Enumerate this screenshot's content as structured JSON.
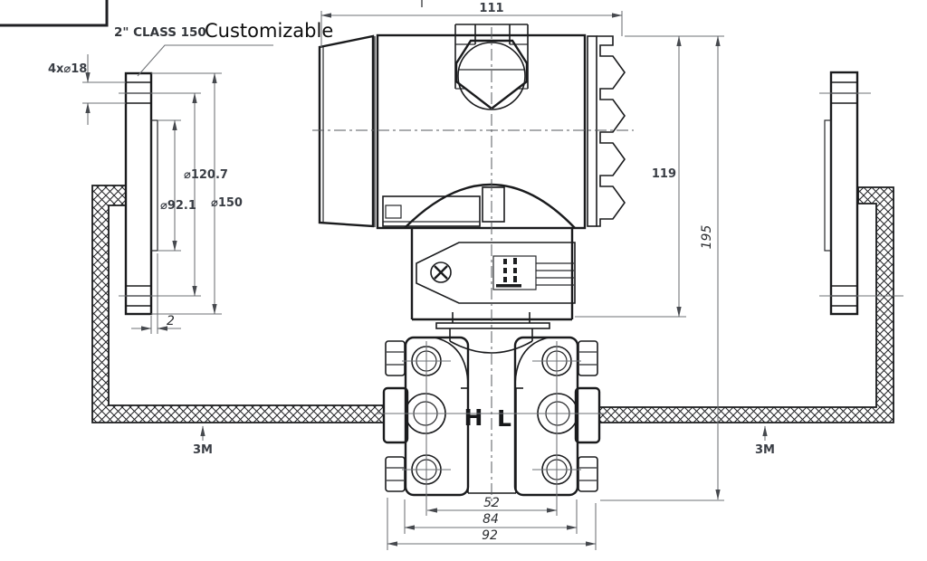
{
  "drawing": {
    "annotations": {
      "flange_rating": "2\" CLASS 150",
      "customizable": "Customizable",
      "bolt_holes": "4x⌀18",
      "bolt_circle_dia": "⌀120.7",
      "raised_face_dia": "⌀92.1",
      "flange_outer_dia": "⌀150",
      "raised_face_height": "2"
    },
    "dimensions": {
      "housing_width": "111",
      "housing_height": "119",
      "overall_height": "195",
      "valve_span": "52",
      "bolt_span": "84",
      "overall_width": "92"
    },
    "pipes": {
      "left_label": "3M",
      "right_label": "3M"
    },
    "ports": {
      "high": "H",
      "low": "L"
    }
  }
}
